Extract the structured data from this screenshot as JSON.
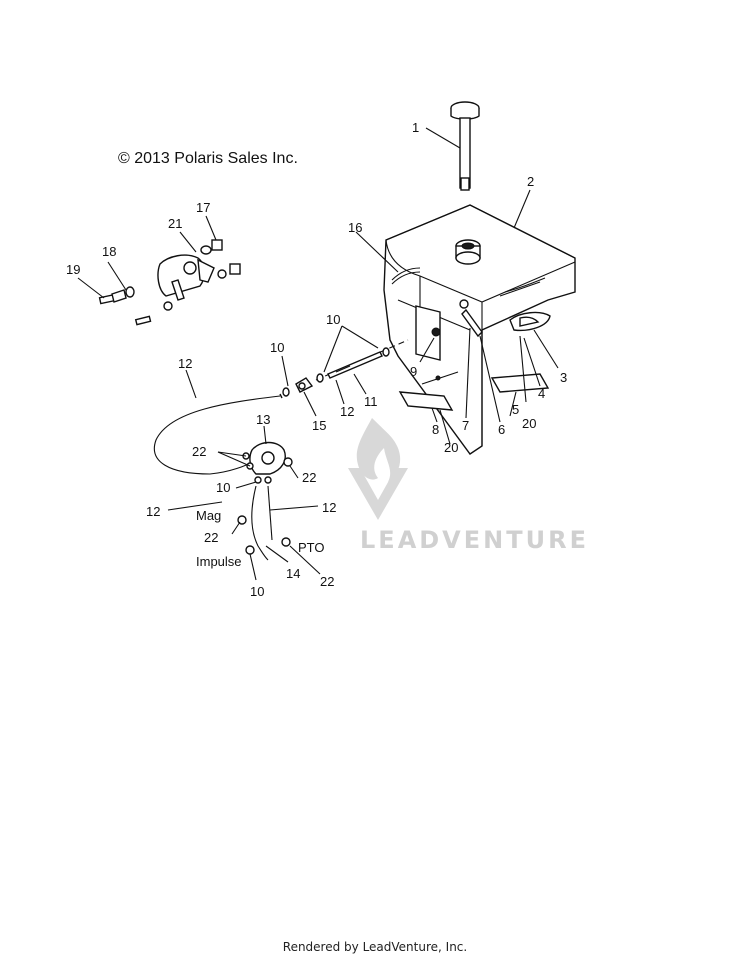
{
  "copyright": "© 2013 Polaris Sales Inc.",
  "footer": "Rendered by LeadVenture, Inc.",
  "watermark": "LEADVENTURE",
  "callouts": {
    "n1": "1",
    "n2": "2",
    "n3": "3",
    "n4": "4",
    "n5": "5",
    "n6": "6",
    "n7": "7",
    "n8": "8",
    "n9": "9",
    "n10a": "10",
    "n10b": "10",
    "n10c": "10",
    "n10d": "10",
    "n11": "11",
    "n12a": "12",
    "n12b": "12",
    "n12c": "12",
    "n12d": "12",
    "n13": "13",
    "n14": "14",
    "n15": "15",
    "n16": "16",
    "n17": "17",
    "n18": "18",
    "n19": "19",
    "n20a": "20",
    "n20b": "20",
    "n21": "21",
    "n22a": "22",
    "n22b": "22",
    "n22c": "22",
    "n22d": "22"
  },
  "labels": {
    "mag": "Mag",
    "pto": "PTO",
    "impulse": "Impulse"
  }
}
